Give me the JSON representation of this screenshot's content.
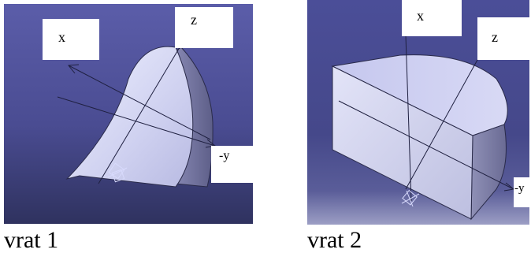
{
  "figures": [
    {
      "caption": "vrat 1",
      "axis_labels": {
        "x": "x",
        "z": "z",
        "neg_y": "-y"
      }
    },
    {
      "caption": "vrat 2",
      "axis_labels": {
        "x": "x",
        "z": "z",
        "neg_y": "-y"
      }
    }
  ],
  "colors": {
    "viewport_top": "#5a5ca8",
    "viewport_bottom": "#2f325f",
    "solid_face_light": "#d6d8f4",
    "solid_face_dark": "#7f80aa",
    "axis_line": "#1f2040"
  }
}
